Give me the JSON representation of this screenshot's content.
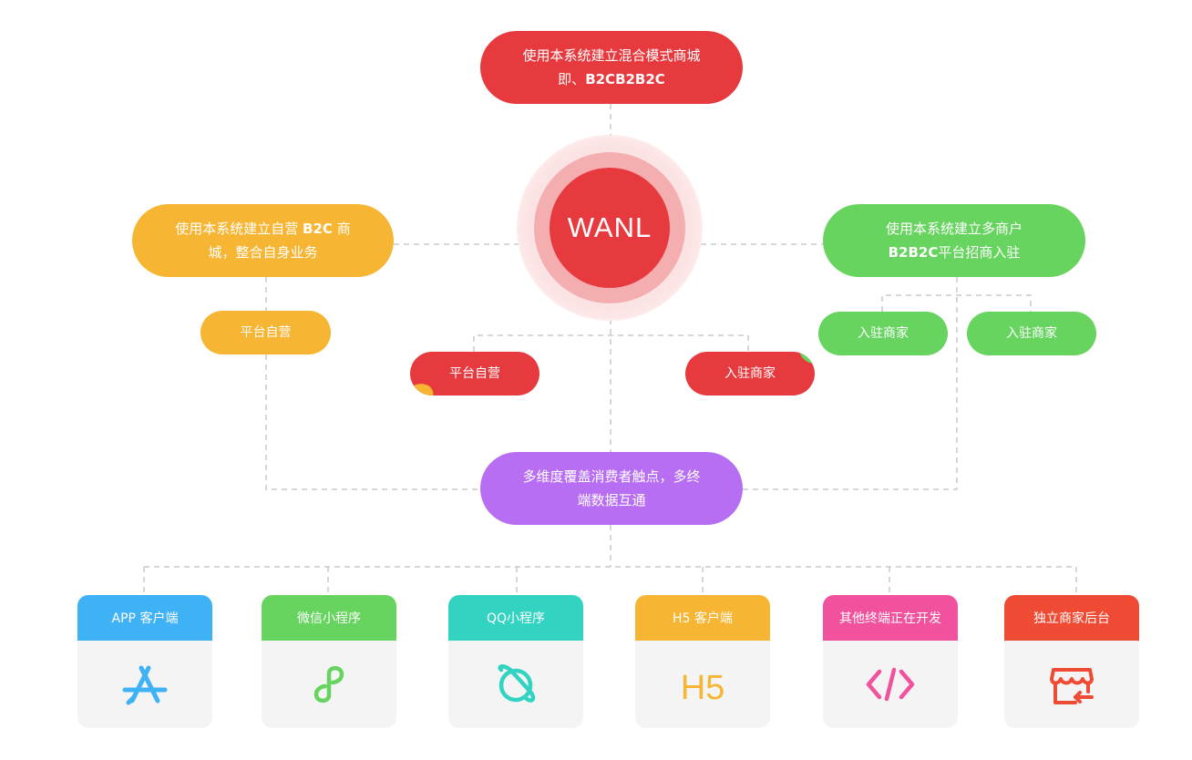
{
  "top": {
    "line1": "使用本系统建立混合模式商城",
    "line2_prefix": "即、",
    "line2_bold": "B2CB2B2C"
  },
  "center_logo": "WANL",
  "left": {
    "line1_prefix": "使用本系统建立自营 ",
    "line1_bold": "B2C",
    "line1_suffix": " 商",
    "line2": "城，整合自身业务",
    "sub": "平台自营"
  },
  "right": {
    "line1": "使用本系统建立多商户",
    "line2_bold": "B2B2C",
    "line2_suffix": "平台招商入驻",
    "sub1": "入驻商家",
    "sub2": "入驻商家"
  },
  "center_subs": {
    "left": "平台自营",
    "right": "入驻商家"
  },
  "bottom": {
    "line1": "多维度覆盖消费者触点，多终",
    "line2": "端数据互通"
  },
  "cards": [
    {
      "label": "APP 客户端",
      "color": "#3fb2f5",
      "icon": "app-store-icon"
    },
    {
      "label": "微信小程序",
      "color": "#67d45f",
      "icon": "mini-program-icon"
    },
    {
      "label": "QQ小程序",
      "color": "#33d3c1",
      "icon": "planet-icon"
    },
    {
      "label": "H5 客户端",
      "color": "#f7b534",
      "icon": "h5-icon"
    },
    {
      "label": "其他终端正在开发",
      "color": "#f2529d",
      "icon": "code-icon"
    },
    {
      "label": "独立商家后台",
      "color": "#ef4b34",
      "icon": "shop-icon"
    }
  ],
  "card_icon_text": {
    "h5": "H5"
  }
}
